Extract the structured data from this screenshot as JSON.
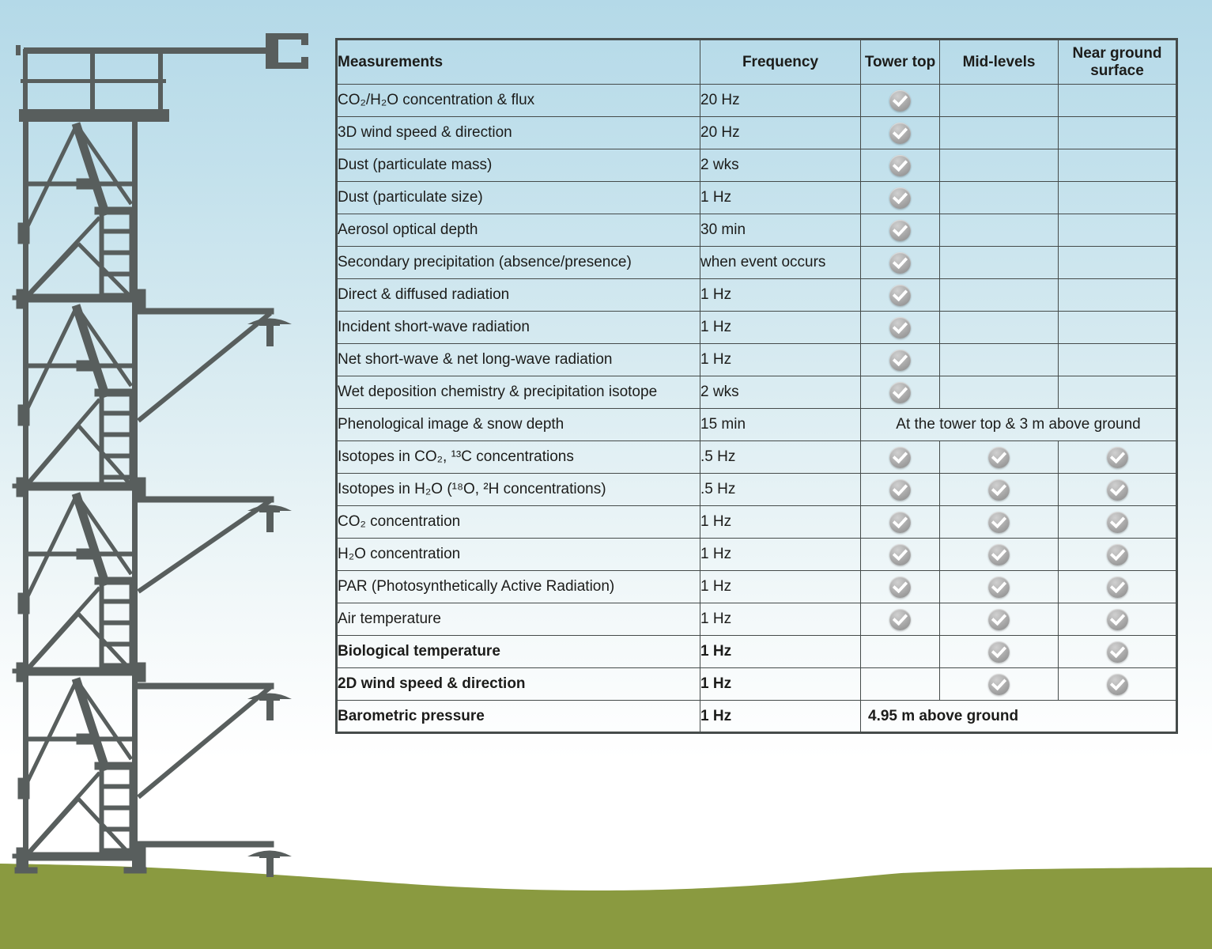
{
  "illustration": {
    "name": "lattice flux tower with instrument booms and sensors",
    "tower_color": "#585e5d",
    "ground_color": "#8a9a40",
    "sky_color": "#b4d9e8"
  },
  "check_icon": {
    "glyph": "checkmark",
    "circle_color": "#9c9c9c",
    "check_color": "#ffffff"
  },
  "table": {
    "headers": {
      "measurements": "Measurements",
      "frequency": "Frequency",
      "tower_top": "Tower top",
      "mid_levels": "Mid-levels",
      "near_ground": "Near ground surface"
    },
    "rows": [
      {
        "label": "CO₂/H₂O concentration & flux",
        "frequency": "20 Hz",
        "tower_top": true,
        "mid_levels": false,
        "near_ground": false,
        "bold": false
      },
      {
        "label": "3D wind speed & direction",
        "frequency": "20 Hz",
        "tower_top": true,
        "mid_levels": false,
        "near_ground": false,
        "bold": false
      },
      {
        "label": "Dust (particulate mass)",
        "frequency": "2 wks",
        "tower_top": true,
        "mid_levels": false,
        "near_ground": false,
        "bold": false
      },
      {
        "label": "Dust (particulate size)",
        "frequency": "1 Hz",
        "tower_top": true,
        "mid_levels": false,
        "near_ground": false,
        "bold": false
      },
      {
        "label": "Aerosol optical depth",
        "frequency": "30 min",
        "tower_top": true,
        "mid_levels": false,
        "near_ground": false,
        "bold": false
      },
      {
        "label": "Secondary precipitation (absence/presence)",
        "frequency": "when event occurs",
        "tower_top": true,
        "mid_levels": false,
        "near_ground": false,
        "bold": false
      },
      {
        "label": "Direct & diffused radiation",
        "frequency": "1 Hz",
        "tower_top": true,
        "mid_levels": false,
        "near_ground": false,
        "bold": false
      },
      {
        "label": "Incident short-wave radiation",
        "frequency": "1 Hz",
        "tower_top": true,
        "mid_levels": false,
        "near_ground": false,
        "bold": false
      },
      {
        "label": "Net short-wave & net long-wave radiation",
        "frequency": "1 Hz",
        "tower_top": true,
        "mid_levels": false,
        "near_ground": false,
        "bold": false
      },
      {
        "label": "Wet deposition chemistry & precipitation isotope",
        "frequency": "2 wks",
        "tower_top": true,
        "mid_levels": false,
        "near_ground": false,
        "bold": false
      },
      {
        "label": "Phenological image & snow depth",
        "frequency": "15 min",
        "span_text": "At the tower top & 3 m above ground",
        "span_align": "center",
        "bold": false
      },
      {
        "label": "Isotopes in CO₂, ¹³C concentrations",
        "frequency": ".5 Hz",
        "tower_top": true,
        "mid_levels": true,
        "near_ground": true,
        "bold": false
      },
      {
        "label": "Isotopes in H₂O (¹⁸O, ²H concentrations)",
        "frequency": ".5 Hz",
        "tower_top": true,
        "mid_levels": true,
        "near_ground": true,
        "bold": false
      },
      {
        "label": "CO₂ concentration",
        "frequency": "1 Hz",
        "tower_top": true,
        "mid_levels": true,
        "near_ground": true,
        "bold": false
      },
      {
        "label": "H₂O concentration",
        "frequency": "1 Hz",
        "tower_top": true,
        "mid_levels": true,
        "near_ground": true,
        "bold": false
      },
      {
        "label": "PAR (Photosynthetically Active Radiation)",
        "frequency": "1 Hz",
        "tower_top": true,
        "mid_levels": true,
        "near_ground": true,
        "bold": false
      },
      {
        "label": "Air temperature",
        "frequency": "1 Hz",
        "tower_top": true,
        "mid_levels": true,
        "near_ground": true,
        "bold": false
      },
      {
        "label": "Biological temperature",
        "frequency": "1 Hz",
        "tower_top": false,
        "mid_levels": true,
        "near_ground": true,
        "bold": true
      },
      {
        "label": "2D wind speed & direction",
        "frequency": "1 Hz",
        "tower_top": false,
        "mid_levels": true,
        "near_ground": true,
        "bold": true
      },
      {
        "label": "Barometric pressure",
        "frequency": "1 Hz",
        "span_text": "4.95 m above ground",
        "span_align": "left",
        "bold": true
      }
    ]
  }
}
